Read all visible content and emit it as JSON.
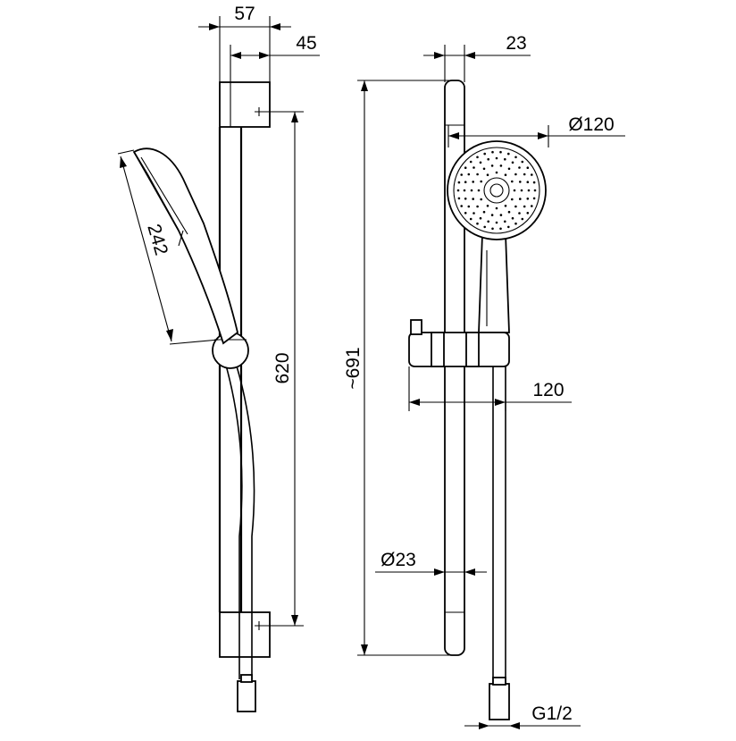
{
  "dimensions": {
    "side_width_total": "57",
    "side_width_rail": "45",
    "handshower_length": "242",
    "bracket_spacing": "620",
    "front_rail_width": "23",
    "head_diameter": "Ø120",
    "overall_height": "~691",
    "slider_offset": "120",
    "rail_diameter": "Ø23",
    "thread": "G1/2"
  },
  "colors": {
    "line": "#000000",
    "background": "#ffffff"
  }
}
